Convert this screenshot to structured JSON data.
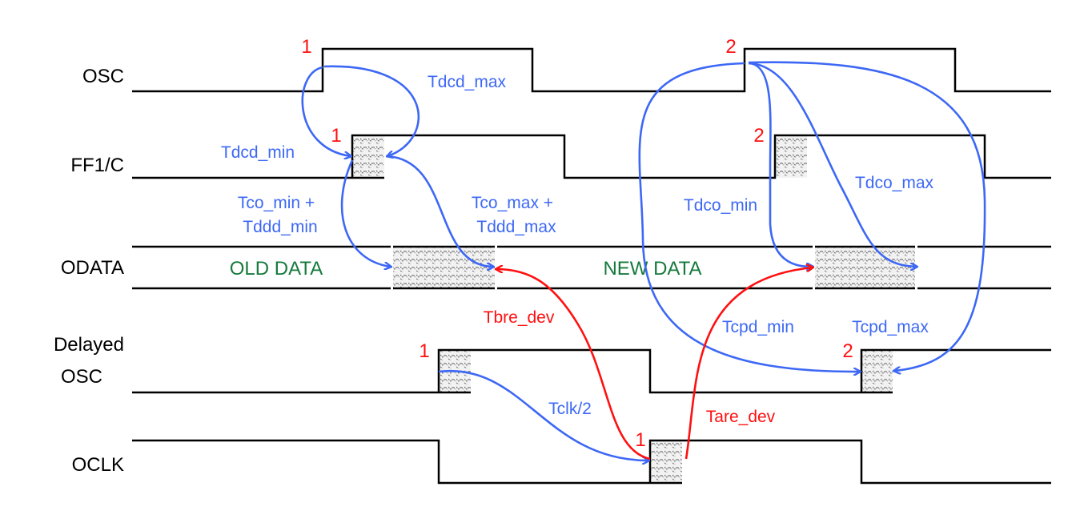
{
  "signals": {
    "osc": "OSC",
    "ff1c": "FF1/C",
    "odata": "ODATA",
    "delayed_osc_line1": "Delayed",
    "delayed_osc_line2": "OSC",
    "oclk": "OCLK"
  },
  "data_labels": {
    "old": "OLD DATA",
    "new": "NEW DATA"
  },
  "timing_labels": {
    "tdcd_max": "Tdcd_max",
    "tdcd_min": "Tdcd_min",
    "tco_min_line1": "Tco_min +",
    "tco_min_line2": "Tddd_min",
    "tco_max_line1": "Tco_max +",
    "tco_max_line2": "Tddd_max",
    "tdco_min": "Tdco_min",
    "tdco_max": "Tdco_max",
    "tcpd_min": "Tcpd_min",
    "tcpd_max": "Tcpd_max",
    "tclk_half": "Tclk/2",
    "tbre_dev": "Tbre_dev",
    "tare_dev": "Tare_dev"
  },
  "edge_markers": {
    "osc_1": "1",
    "ff1c_1": "1",
    "osc_2": "2",
    "ff1c_2": "2",
    "delayed_osc_1": "1",
    "delayed_osc_2": "2",
    "oclk_1": "1"
  },
  "colors": {
    "delay_arrows": "#3d68f5",
    "setup_hold_arrows": "#ff1010",
    "data_text": "#167a3c",
    "edge_markers": "#ff1010",
    "waveforms": "#000000"
  }
}
